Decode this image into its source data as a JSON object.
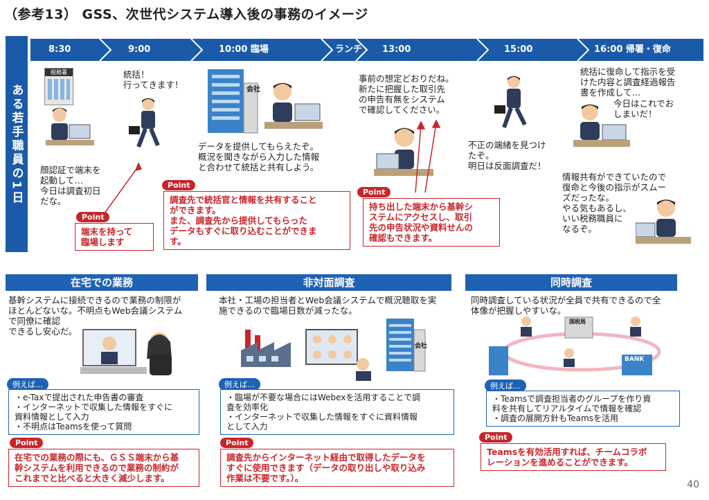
{
  "title": "（参考13） GSS、次世代システム導入後の事務のイメージ",
  "vertical_label": "ある若手職員の1日",
  "timeline": [
    "8:30",
    "9:00",
    "10:00 臨場",
    "ランチ",
    "13:00",
    "15:00",
    "16:00 帰署・復命"
  ],
  "scenes": {
    "s1": "顔認証で端末を\n起動して…\n今日は調査初日\nだな。",
    "s2": "統括！\n行ってきます！",
    "s3": "データを提供してもらえたぞ。\n概況を聞きながら入力した情報\nと合わせて統括と共有しよう。",
    "s4": "事前の想定どおりだね。\n新たに把握した取引先\nの申告有無をシステム\nで確認してください。",
    "s5": "不正の端緒を見つけ\nたぞ。\n明日は反面調査だ！",
    "s6a": "統括に復命して指示を受\nけた内容と調査経過報告\n書を作成して…",
    "s6b": "今日はこれでお\nしまいだ！",
    "s7": "情報共有ができていたので\n復命と今後の指示がスムー\nズだったな。\nやる気もあるし、\nいい税務職員に\nなるぞ。"
  },
  "point_label": "Point",
  "example_label": "例えば…",
  "points_top": {
    "p1": "端末を持って\n臨場します",
    "p2": "調査先で統括官と情報を共有すること\nができます。\nまた、調査先から提供してもらった\nデータもすぐに取り込むことができま\nす。",
    "p3": "持ち出した端末から基幹シ\nステムにアクセスし、取引\n先の申告状況や資料せんの\n確認もできます。"
  },
  "icons_text": {
    "tax_office_sign": "税務署",
    "company_sign": "会社",
    "national_office_sign": "国税局",
    "bank_sign": "BANK"
  },
  "sections": [
    {
      "heading": "在宅での業務",
      "desc": "基幹システムに接続できるので業務の制限が\nほとんどないな。不明点もWeb会議システム\nで同僚に確認\nできるし安心だ。",
      "examples": "・e-Taxで提出された申告書の審査\n・インターネットで収集した情報をすぐに\n  資料情報として入力\n・不明点はTeamsを使って質問",
      "point": "在宅での業務の際にも、ＧＳＳ端末から基\n幹システムを利用できるので業務の制約が\nこれまでと比べると大きく減少します。"
    },
    {
      "heading": "非対面調査",
      "desc": "本社・工場の担当者とWeb会議システムで概況聴取を実\n施できるので臨場日数が減ったな。",
      "examples": "・臨場が不要な場合にはWebexを活用することで調\n  査を効率化\n・インターネットで収集した情報をすぐに資料情報\n  として入力",
      "point": "調査先からインターネット経由で取得したデータを\nすぐに使用できます（データの取り出しや取り込み\n作業は不要です。）。"
    },
    {
      "heading": "同時調査",
      "desc": "同時調査している状況が全員で共有できるので全\n体像が把握しやすいな。",
      "examples": "・Teamsで調査担当者のグループを作り資\n  料を共有してリアルタイムで情報を確認\n・調査の展開方針もTeamsを活用",
      "point": "Teamsを有効活用すれば、チームコラボ\nレーションを進めることができます。"
    }
  ],
  "page_number": "40",
  "colors": {
    "blue": "#1a5aa8",
    "red": "#c8252a"
  }
}
